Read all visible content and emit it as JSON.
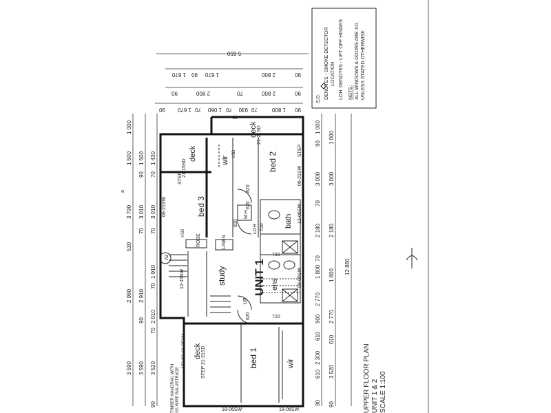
{
  "legend": {
    "sd_symbol": "S.D.",
    "sd_text": "DENOTES - SMOKE DETECTOR",
    "sd_text2": "LOCATION",
    "loh_symbol": "LOH",
    "loh_text": "DENOTES - LIFT OFF HINGES",
    "note_title": "NOTE:",
    "note_line1": "ALL WINDOWS & DOORS ARE XO",
    "note_line2": "UNLESS STATED OTHERWISE"
  },
  "title_block": {
    "line1": "UPPER FLOOR PLAN",
    "line2": "UNIT 1 & 2",
    "line3": "SCALE 1:100"
  },
  "rooms": {
    "unit": "UNIT 1",
    "bed1": "bed 1",
    "bed2": "bed 2",
    "bed3": "bed 3",
    "study": "study",
    "ens": "ens",
    "bath": "bath",
    "wir1": "wir",
    "wir2": "wir",
    "deck1": "deck",
    "deck2": "deck",
    "deck3": "deck",
    "linen": "LINEN",
    "robe": "ROBE",
    "mh": "M.H.",
    "loh": "LOH"
  },
  "labels": {
    "handrail1": "TIMBER HANDRAIL WITH",
    "handrail2": "SS WIRE BALUSTRADE",
    "lvl_beam": "150x63 LVL BEAM",
    "step1": "STEP",
    "step2": "STEP",
    "step3": "STEP",
    "sd_a": "21-21SD",
    "sd_b": "21-21SD",
    "sd_c": "21-15SD",
    "sw_a": "06-21SW",
    "sw_b": "06-21SW",
    "sw_c": "12-15SW",
    "sw_d": "12-06SW",
    "sw_e": "09-06SW",
    "sw_f": "18-06SW",
    "sw_g": "18-06SW",
    "vsd_a": "VSD",
    "vsd_b": "VSD",
    "d820a": "820",
    "d820b": "820",
    "d620a": "620",
    "d620b": "620",
    "d720": "720",
    "d720b": "720",
    "d720c": "720"
  },
  "dims_left_outer": [
    "1 000",
    "1 500",
    "3 790",
    "530",
    "2 980",
    "3 590"
  ],
  "dims_left_mid": [
    "1 500",
    "90",
    "3 010",
    "70",
    "2 910",
    "90",
    "3 590"
  ],
  "dims_left_inner": [
    "1 430",
    "70",
    "3 010",
    "70",
    "1 910",
    "70",
    "2 010",
    "70",
    "3 520",
    "90"
  ],
  "dims_top_row1": [
    "5 650"
  ],
  "dims_top_row2": [
    "1 670",
    "90",
    "1 670",
    "2 800",
    "90"
  ],
  "dims_top_row3": [
    "90",
    "2 800",
    "70",
    "2 800",
    "90"
  ],
  "dims_top_row4": [
    "90",
    "1 670",
    "70",
    "1 060",
    "70",
    "930",
    "70",
    "1 800",
    "90"
  ],
  "dims_top_small": [
    "70"
  ],
  "dims_right_inner": [
    "1 000",
    "90",
    "3 000",
    "70",
    "2 180",
    "70",
    "1 800",
    "70",
    "70",
    "2 770",
    "900",
    "610",
    "2 300",
    "610",
    "90",
    "3 520",
    "90"
  ],
  "dims_right_outer": [
    "12 860"
  ],
  "dims_right_mid": [
    "90",
    "1 000",
    "3 000",
    "2 180",
    "1 800",
    "2 770",
    "610",
    "3 520",
    "90"
  ],
  "dims_right_b": [
    "70",
    "70",
    "70",
    "90"
  ],
  "marker": "A2",
  "misc": {
    "small_a": "a",
    "arrow_up": "UP"
  }
}
